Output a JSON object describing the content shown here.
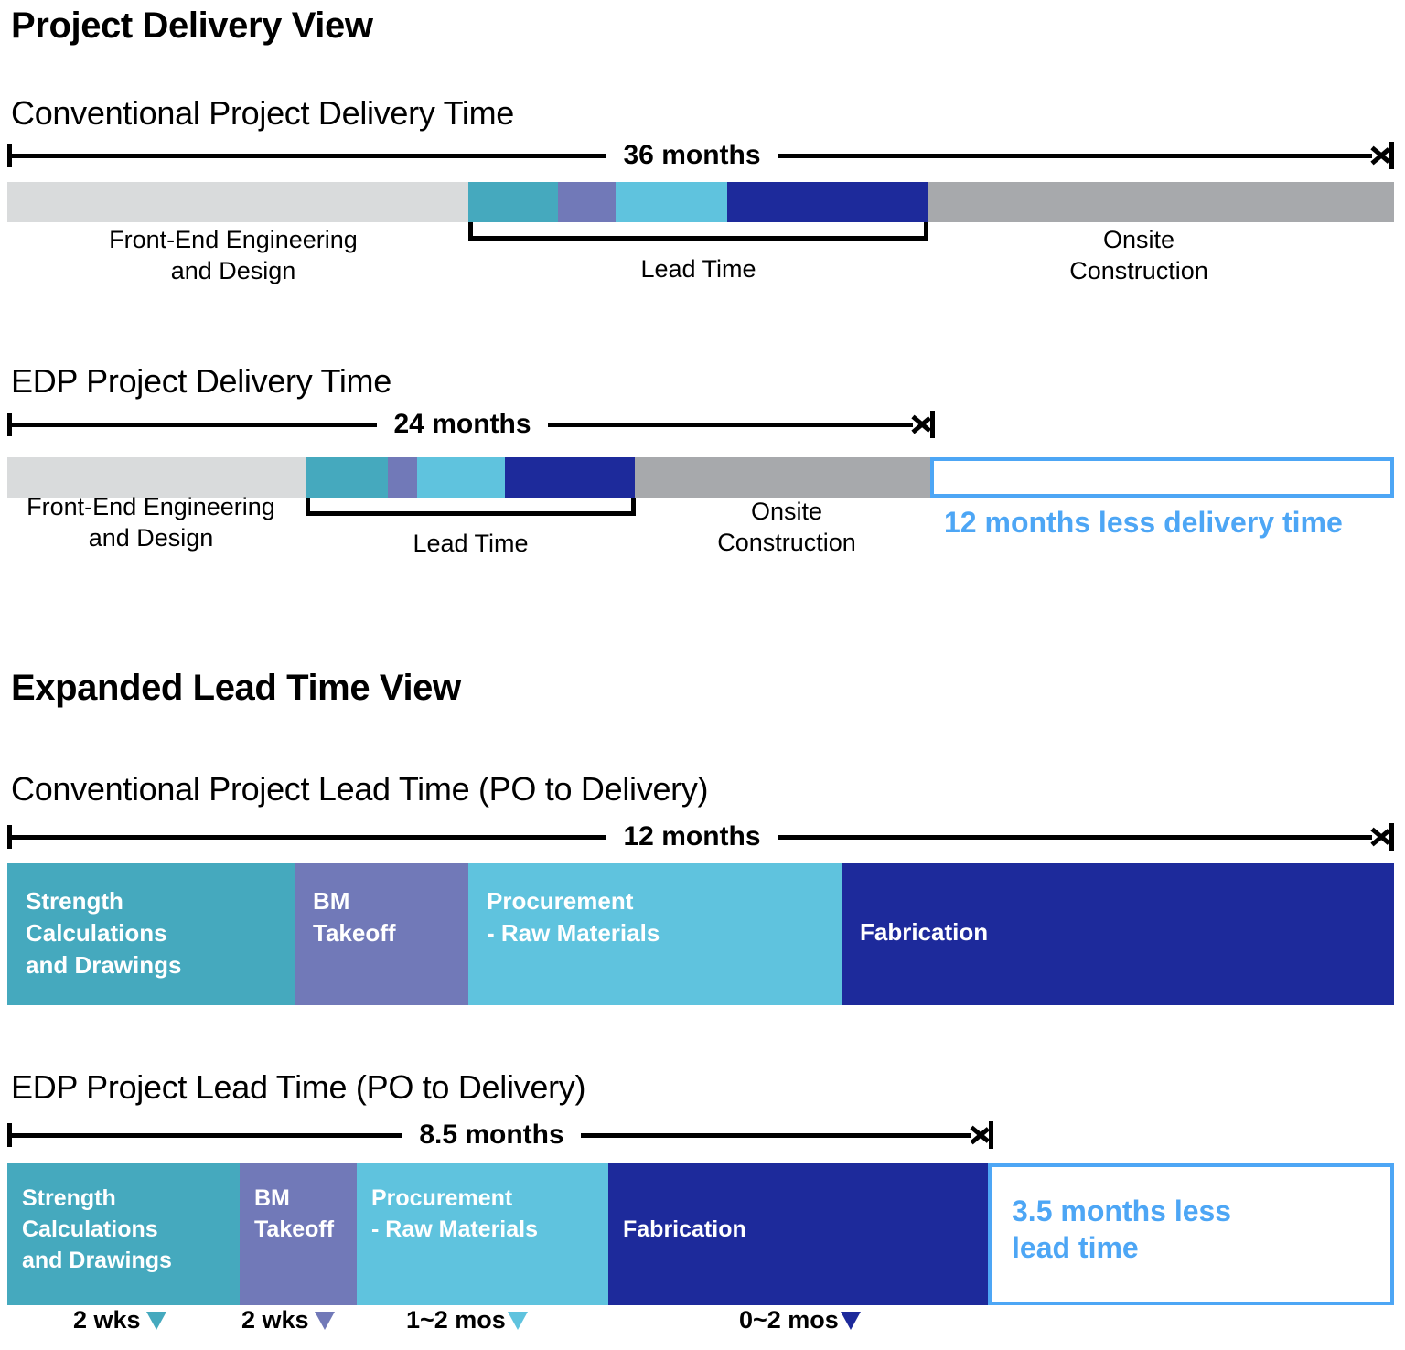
{
  "colors": {
    "teal": "#45A9BE",
    "purple": "#7179B8",
    "light_blue": "#5FC3DE",
    "navy": "#1D2A9B",
    "light_gray": "#D9DBDC",
    "dark_gray": "#A7A9AC",
    "accent_blue": "#4DA6F5"
  },
  "section1": {
    "title": "Project Delivery View",
    "conventional": {
      "heading": "Conventional Project Delivery Time",
      "duration": "36 months",
      "bracket_label": "Lead Time",
      "segments": [
        {
          "name": "Front-End Engineering and Design",
          "label": "Front-End Engineering\nand Design",
          "color": "#D9DBDC"
        },
        {
          "name": "Strength Calculations and Drawings",
          "label": "",
          "color": "#45A9BE"
        },
        {
          "name": "BM Takeoff",
          "label": "",
          "color": "#7179B8"
        },
        {
          "name": "Procurement - Raw Materials",
          "label": "",
          "color": "#5FC3DE"
        },
        {
          "name": "Fabrication",
          "label": "",
          "color": "#1D2A9B"
        },
        {
          "name": "Onsite Construction",
          "label": "Onsite\nConstruction",
          "color": "#A7A9AC"
        }
      ]
    },
    "edp": {
      "heading": "EDP Project Delivery Time",
      "duration": "24 months",
      "bracket_label": "Lead Time",
      "callout": "12 months less delivery time",
      "segments": [
        {
          "name": "Front-End Engineering and Design",
          "label": "Front-End Engineering\nand Design",
          "color": "#D9DBDC"
        },
        {
          "name": "Strength Calculations and Drawings",
          "label": "",
          "color": "#45A9BE"
        },
        {
          "name": "BM Takeoff",
          "label": "",
          "color": "#7179B8"
        },
        {
          "name": "Procurement - Raw Materials",
          "label": "",
          "color": "#5FC3DE"
        },
        {
          "name": "Fabrication",
          "label": "",
          "color": "#1D2A9B"
        },
        {
          "name": "Onsite Construction",
          "label": "Onsite\nConstruction",
          "color": "#A7A9AC"
        }
      ]
    }
  },
  "section2": {
    "title": "Expanded Lead Time View",
    "conventional": {
      "heading": "Conventional Project Lead Time (PO to Delivery)",
      "duration": "12 months",
      "segments": [
        {
          "label": "Strength\nCalculations\nand Drawings",
          "color": "#45A9BE"
        },
        {
          "label": "BM\nTakeoff",
          "color": "#7179B8"
        },
        {
          "label": "Procurement\n- Raw Materials",
          "color": "#5FC3DE"
        },
        {
          "label": "Fabrication",
          "color": "#1D2A9B"
        }
      ]
    },
    "edp": {
      "heading": "EDP Project Lead Time (PO to Delivery)",
      "duration": "8.5 months",
      "callout": "3.5 months less\nlead time",
      "segments": [
        {
          "label": "Strength\nCalculations\nand Drawings",
          "color": "#45A9BE"
        },
        {
          "label": "BM\nTakeoff",
          "color": "#7179B8"
        },
        {
          "label": "Procurement\n- Raw Materials",
          "color": "#5FC3DE"
        },
        {
          "label": "Fabrication",
          "color": "#1D2A9B"
        }
      ],
      "ticks": [
        {
          "label": "2 wks",
          "color": "#45A9BE"
        },
        {
          "label": "2 wks",
          "color": "#7179B8"
        },
        {
          "label": "1~2 mos",
          "color": "#5FC3DE"
        },
        {
          "label": "0~2 mos",
          "color": "#1D2A9B"
        }
      ]
    }
  },
  "chart_data": {
    "type": "bar",
    "title": "Project Delivery View / Expanded Lead Time View",
    "charts": [
      {
        "name": "Conventional Project Delivery Time",
        "total_months": 36,
        "categories": [
          "Front-End Engineering and Design",
          "Strength Calculations and Drawings",
          "BM Takeoff",
          "Procurement - Raw Materials",
          "Fabrication",
          "Onsite Construction"
        ],
        "values": [
          12,
          2.3,
          1.5,
          2.9,
          5.2,
          12.1
        ],
        "unit": "months"
      },
      {
        "name": "EDP Project Delivery Time",
        "total_months": 24,
        "categories": [
          "Front-End Engineering and Design",
          "Strength Calculations and Drawings",
          "BM Takeoff",
          "Procurement - Raw Materials",
          "Fabrication",
          "Onsite Construction",
          "12 months less delivery time"
        ],
        "values": [
          7.7,
          2.1,
          0.8,
          2.3,
          3.4,
          7.7,
          12
        ],
        "unit": "months"
      },
      {
        "name": "Conventional Project Lead Time (PO to Delivery)",
        "total_months": 12,
        "categories": [
          "Strength Calculations and Drawings",
          "BM Takeoff",
          "Procurement - Raw Materials",
          "Fabrication"
        ],
        "values": [
          2.5,
          1.5,
          3.3,
          4.7
        ],
        "unit": "months"
      },
      {
        "name": "EDP Project Lead Time (PO to Delivery)",
        "total_months": 8.5,
        "categories": [
          "Strength Calculations and Drawings",
          "BM Takeoff",
          "Procurement - Raw Materials",
          "Fabrication",
          "3.5 months less lead time"
        ],
        "values": [
          2,
          1,
          2.2,
          3.3,
          3.5
        ],
        "unit": "months",
        "annotations": [
          "2 wks",
          "2 wks",
          "1~2 mos",
          "0~2 mos"
        ]
      }
    ]
  }
}
